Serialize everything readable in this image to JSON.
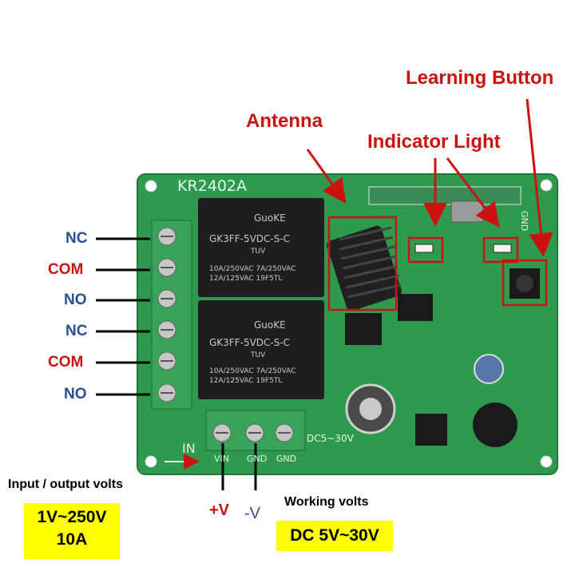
{
  "annotations": {
    "learning_button": "Learning Button",
    "antenna": "Antenna",
    "indicator_light": "Indicator Light"
  },
  "board": {
    "model": "KR2402A",
    "in_label": "IN",
    "dc_range": "DC5~30V",
    "vin": "VIN",
    "gnd1": "GND",
    "gnd2": "GND",
    "gnd_top": "GND"
  },
  "relays": [
    {
      "brand": "GuoKE",
      "model": "GK3FF-5VDC-S-C",
      "cert": "TUV",
      "line1": "10A/250VAC  7A/250VAC",
      "line2": "12A/125VAC   19F5TL"
    },
    {
      "brand": "GuoKE",
      "model": "GK3FF-5VDC-S-C",
      "cert": "TUV",
      "line1": "10A/250VAC  7A/250VAC",
      "line2": "12A/125VAC   19F5TL"
    }
  ],
  "terminals": [
    {
      "label": "NC",
      "color": "#2a4f8f"
    },
    {
      "label": "COM",
      "color": "#cc1111"
    },
    {
      "label": "NO",
      "color": "#2a4f8f"
    },
    {
      "label": "NC",
      "color": "#2a4f8f"
    },
    {
      "label": "COM",
      "color": "#cc1111"
    },
    {
      "label": "NO",
      "color": "#2a4f8f"
    }
  ],
  "power": {
    "plus": "+V",
    "minus": "-V",
    "working_volts_label": "Working volts",
    "working_volts_value": "DC 5V~30V"
  },
  "io": {
    "label": "Input / output volts",
    "value_line1": "1V~250V",
    "value_line2": "10A"
  },
  "colors": {
    "pcb": "#2e9a4e",
    "terminal_block": "#3aa35a",
    "relay": "#1e1e1e",
    "annotation_red": "#cc1111",
    "callout_box": "#cc1111",
    "highlight": "#ffff00"
  }
}
